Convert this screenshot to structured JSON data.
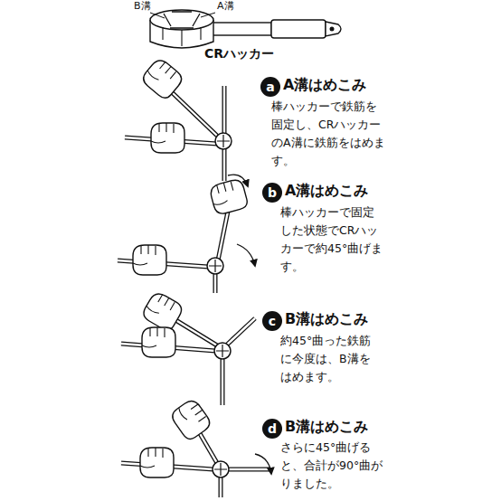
{
  "diagram": {
    "nodes": [
      {
        "text": [
          "a"
        ]
      },
      {
        "text": [
          "b"
        ]
      },
      {
        "text": [
          "c"
        ]
      },
      {
        "text": [
          "d"
        ]
      }
    ],
    "labels": [
      "B溝",
      "A溝",
      "CRハッカー",
      "A溝はめこみ",
      "棒ハッカーで鉄筋を固定し、CRハッカーのA溝に鉄筋をはめます。",
      "A溝はめこみ",
      "棒ハッカーで固定した状態でCRハッカーで約45°曲げます。",
      "B溝はめこみ",
      "約45°曲った鉄筋に今度は、B溝をはめます。",
      "B溝はめこみ",
      "さらに45°曲げると、合計が90°曲がりました。"
    ]
  }
}
